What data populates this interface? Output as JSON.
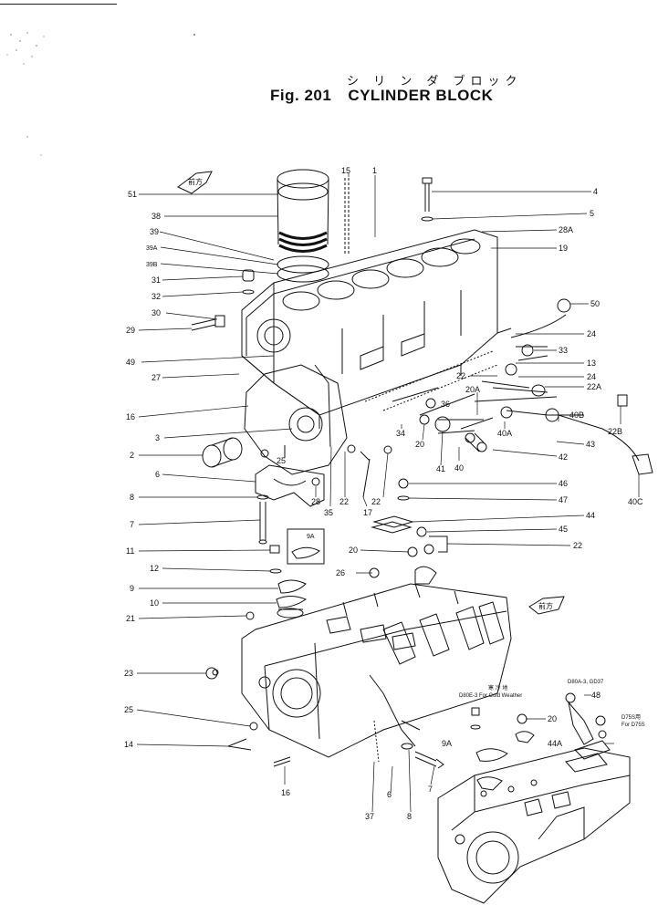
{
  "title": {
    "japanese": "シ リ ン ダ ブロック",
    "fig": "Fig. 201",
    "name": "CYLINDER BLOCK"
  },
  "direction_marker": "前方",
  "notes": {
    "cold_weather_jp": "寒 冷 地",
    "cold_weather": "D80E-3 For Cold Weather",
    "models": "D80A-3, GD37",
    "d75s_a": "D75S用",
    "d75s_b": "For D75S"
  },
  "labels": {
    "l51": "51",
    "l38": "38",
    "l39": "39",
    "l39a": "39A",
    "l39b": "39B",
    "l31": "31",
    "l32": "32",
    "l30": "30",
    "l29": "29",
    "l49": "49",
    "l27": "27",
    "l16": "16",
    "l3": "3",
    "l2": "2",
    "l6": "6",
    "l8": "8",
    "l7": "7",
    "l11": "11",
    "l12": "12",
    "l9": "9",
    "l10": "10",
    "l21": "21",
    "l23": "23",
    "l25": "25",
    "l14": "14",
    "l15": "15",
    "l1": "1",
    "l4": "4",
    "l5": "5",
    "l28a": "28A",
    "l19": "19",
    "l50": "50",
    "l24a": "24",
    "l33": "33",
    "l13": "13",
    "l24b": "24",
    "l22a_top": "22",
    "l22a": "22A",
    "l22b": "22B",
    "l36": "36",
    "l20a": "20A",
    "l40a": "40A",
    "l40b": "40B",
    "l43": "43",
    "l42": "42",
    "l40c": "40C",
    "l40": "40",
    "l41": "41",
    "l20_mid": "20",
    "l34": "34",
    "l25_mid": "25",
    "l28": "28",
    "l35": "35",
    "l22_m1": "22",
    "l17": "17",
    "l22_m2": "22",
    "l46": "46",
    "l47": "47",
    "l44": "44",
    "l45": "45",
    "l22_r": "22",
    "l20_lo": "20",
    "l26": "26",
    "l9a_box": "9A",
    "l16_lo": "16",
    "l37": "37",
    "l6_lo": "6",
    "l8_lo": "8",
    "l7_lo": "7",
    "l9a_lo": "9A",
    "l20_cw": "20",
    "l48": "48",
    "l44a": "44A"
  }
}
